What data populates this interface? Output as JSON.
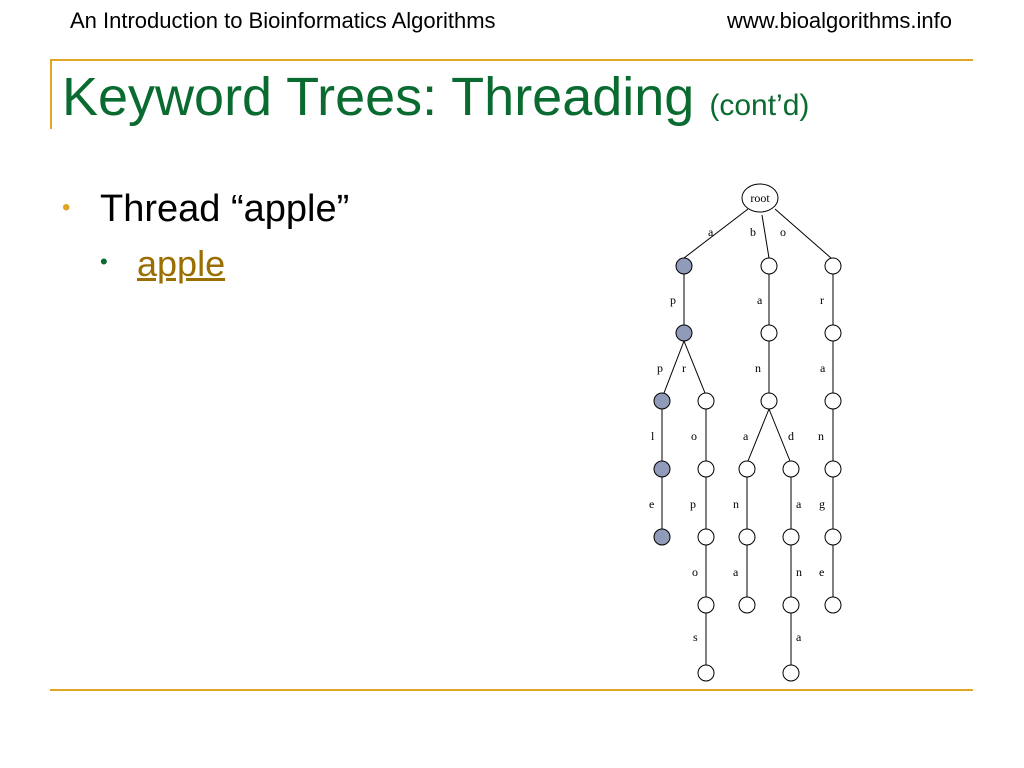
{
  "header": {
    "left": "An Introduction to Bioinformatics Algorithms",
    "right": "www.bioalgorithms.info"
  },
  "title": {
    "main": "Keyword Trees: Threading",
    "sub": "(cont’d)"
  },
  "bullets": {
    "level1": "Thread “apple”",
    "level2_link": "apple"
  },
  "tree": {
    "root_label": "root",
    "colors": {
      "threaded_node": "#8f9bb8",
      "node": "#ffffff",
      "accent": "#e0a526",
      "title": "#0a6b31",
      "link": "#9a6e00"
    },
    "edge_labels": {
      "a": "a",
      "b": "b",
      "o": "o",
      "p1": "p",
      "a2": "a",
      "r1": "r",
      "p2": "p",
      "r2": "r",
      "n1": "n",
      "a3": "a",
      "l": "l",
      "o2": "o",
      "a4": "a",
      "d": "d",
      "n2": "n",
      "e": "e",
      "p3": "p",
      "n3": "n",
      "a5": "a",
      "g": "g",
      "o3": "o",
      "a6": "a",
      "n4": "n",
      "e2": "e",
      "s": "s",
      "a7": "a"
    }
  }
}
